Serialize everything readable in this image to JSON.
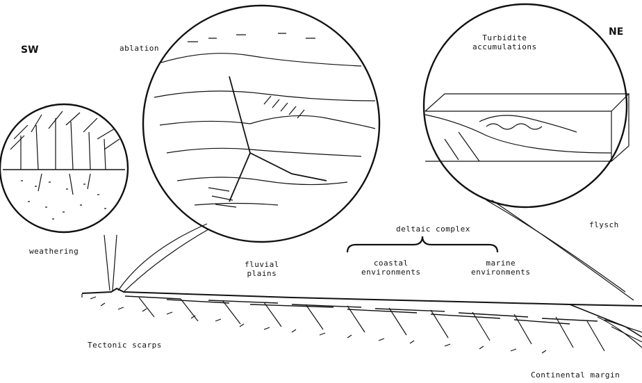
{
  "directions": {
    "west": "SW",
    "east": "NE"
  },
  "labels": {
    "ablation": "ablation",
    "turbidite": "Turbidite\naccumulations",
    "weathering": "weathering",
    "fluvial_plains": "fluvial\nplains",
    "deltaic_complex": "deltaic complex",
    "coastal_environments": "coastal\nenvironments",
    "marine_environments": "marine\nenvironments",
    "flysch": "flysch",
    "tectonic_scarps": "Tectonic scarps",
    "continental_margin": "Continental margin"
  },
  "colors": {
    "ink": "#111111",
    "paper": "#ffffff"
  }
}
